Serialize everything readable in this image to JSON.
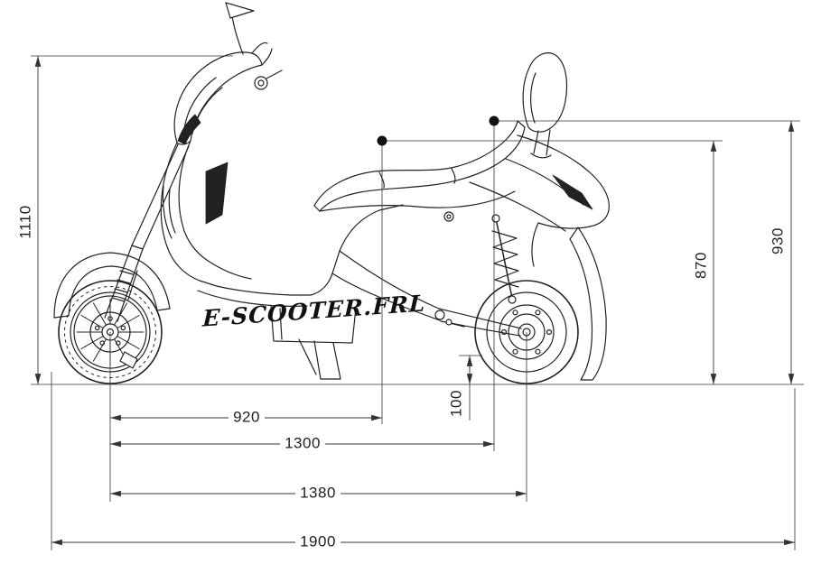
{
  "diagram": {
    "brand_text": "E-SCOOTER.FRL",
    "line_color": "#222222",
    "dimension_color": "#333333",
    "dot_color": "#111111",
    "dimensions": {
      "overall_height": "1110",
      "handlebar_point_height": "870",
      "backrest_height": "930",
      "ground_clearance": "100",
      "front_axle_to_mid_point": "920",
      "front_axle_to_rear_point": "1300",
      "wheelbase": "1380",
      "overall_length": "1900"
    }
  }
}
